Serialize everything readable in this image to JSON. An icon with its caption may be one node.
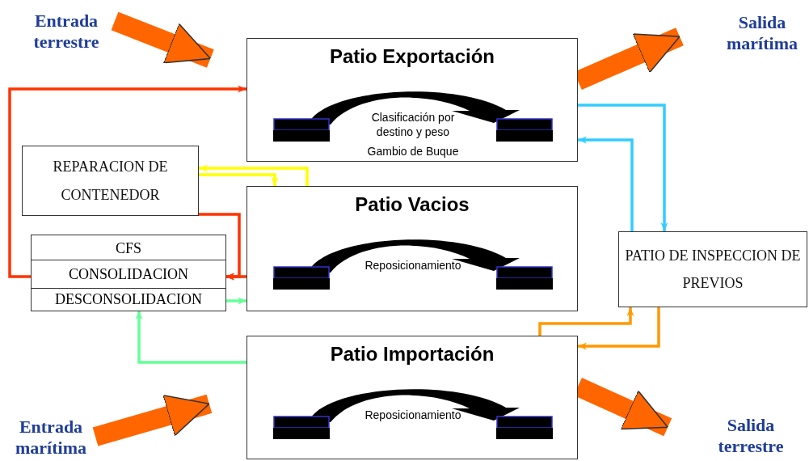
{
  "diagram": {
    "nodes": [
      {
        "text": [
          "Entrada terrestre"
        ]
      },
      {
        "text": [
          "Salida marítima"
        ]
      },
      {
        "text": [
          "Patio Exportación",
          "Clasificación por destino y peso",
          "Gambio de Buque"
        ]
      },
      {
        "text": [
          "REPARACION DE CONTENEDOR"
        ]
      },
      {
        "text": [
          "Patio Vacios",
          "Reposicionamiento"
        ]
      },
      {
        "text": [
          "CFS"
        ]
      },
      {
        "text": [
          "CONSOLIDACION"
        ],
        "in": 5
      },
      {
        "text": [
          "DESCONSOLIDACION"
        ],
        "in": 5
      },
      {
        "text": [
          "PATIO DE INSPECCION DE PREVIOS"
        ]
      },
      {
        "text": [
          "Patio Importación",
          "Reposicionamiento"
        ]
      },
      {
        "text": [
          "Entrada marítima"
        ]
      },
      {
        "text": [
          "Salida terrestre"
        ]
      }
    ],
    "edges": [
      {
        "from": 0,
        "to": 2,
        "arrow": "to",
        "style": "thick",
        "color": "#ff6600"
      },
      {
        "from": 2,
        "to": 1,
        "arrow": "to",
        "style": "thick",
        "color": "#ff6600"
      },
      {
        "from": 10,
        "to": 9,
        "arrow": "to",
        "style": "thick",
        "color": "#ff6600"
      },
      {
        "from": 9,
        "to": 11,
        "arrow": "to",
        "style": "thick",
        "color": "#ff6600"
      },
      {
        "from": 6,
        "to": 2,
        "arrow": "to",
        "color": "#ff3300"
      },
      {
        "from": 4,
        "to": 3,
        "arrow": "to",
        "color": "#ffff00"
      },
      {
        "from": 3,
        "to": 4,
        "arrow": "to",
        "color": "#ffff00"
      },
      {
        "from": 3,
        "to": 6,
        "arrow": "to",
        "color": "#ff3300"
      },
      {
        "from": 4,
        "to": 6,
        "arrow": "to",
        "color": "#ff3300"
      },
      {
        "from": 7,
        "to": 4,
        "arrow": "to",
        "color": "#66ff99"
      },
      {
        "from": 9,
        "to": 7,
        "arrow": "to",
        "color": "#66ff99"
      },
      {
        "from": 2,
        "to": 8,
        "arrow": "to",
        "color": "#33ccff"
      },
      {
        "from": 8,
        "to": 2,
        "arrow": "to",
        "color": "#33ccff"
      },
      {
        "from": 9,
        "to": 8,
        "arrow": "to",
        "color": "#ff9900"
      },
      {
        "from": 8,
        "to": 9,
        "arrow": "to",
        "color": "#ff9900"
      }
    ]
  }
}
